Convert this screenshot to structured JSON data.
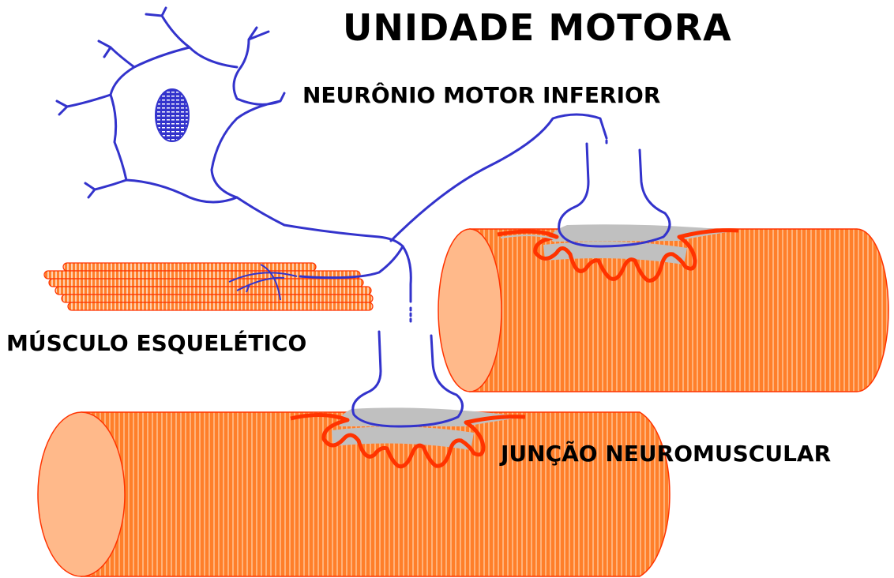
{
  "title": "UNIDADE MOTORA",
  "labels": {
    "neuron": "NEURÔNIO MOTOR INFERIOR",
    "muscle": "MÚSCULO ESQUELÉTICO",
    "junction": "JUNÇÃO NEUROMUSCULAR"
  },
  "colors": {
    "neuron": "#3333cc",
    "muscle_fill": "#ff7f2a",
    "muscle_stripe": "#ffb27a",
    "muscle_end": "#ffb98a",
    "membrane": "#ff3300",
    "synaptic_cleft": "#c0c0c0",
    "text": "#000000"
  }
}
